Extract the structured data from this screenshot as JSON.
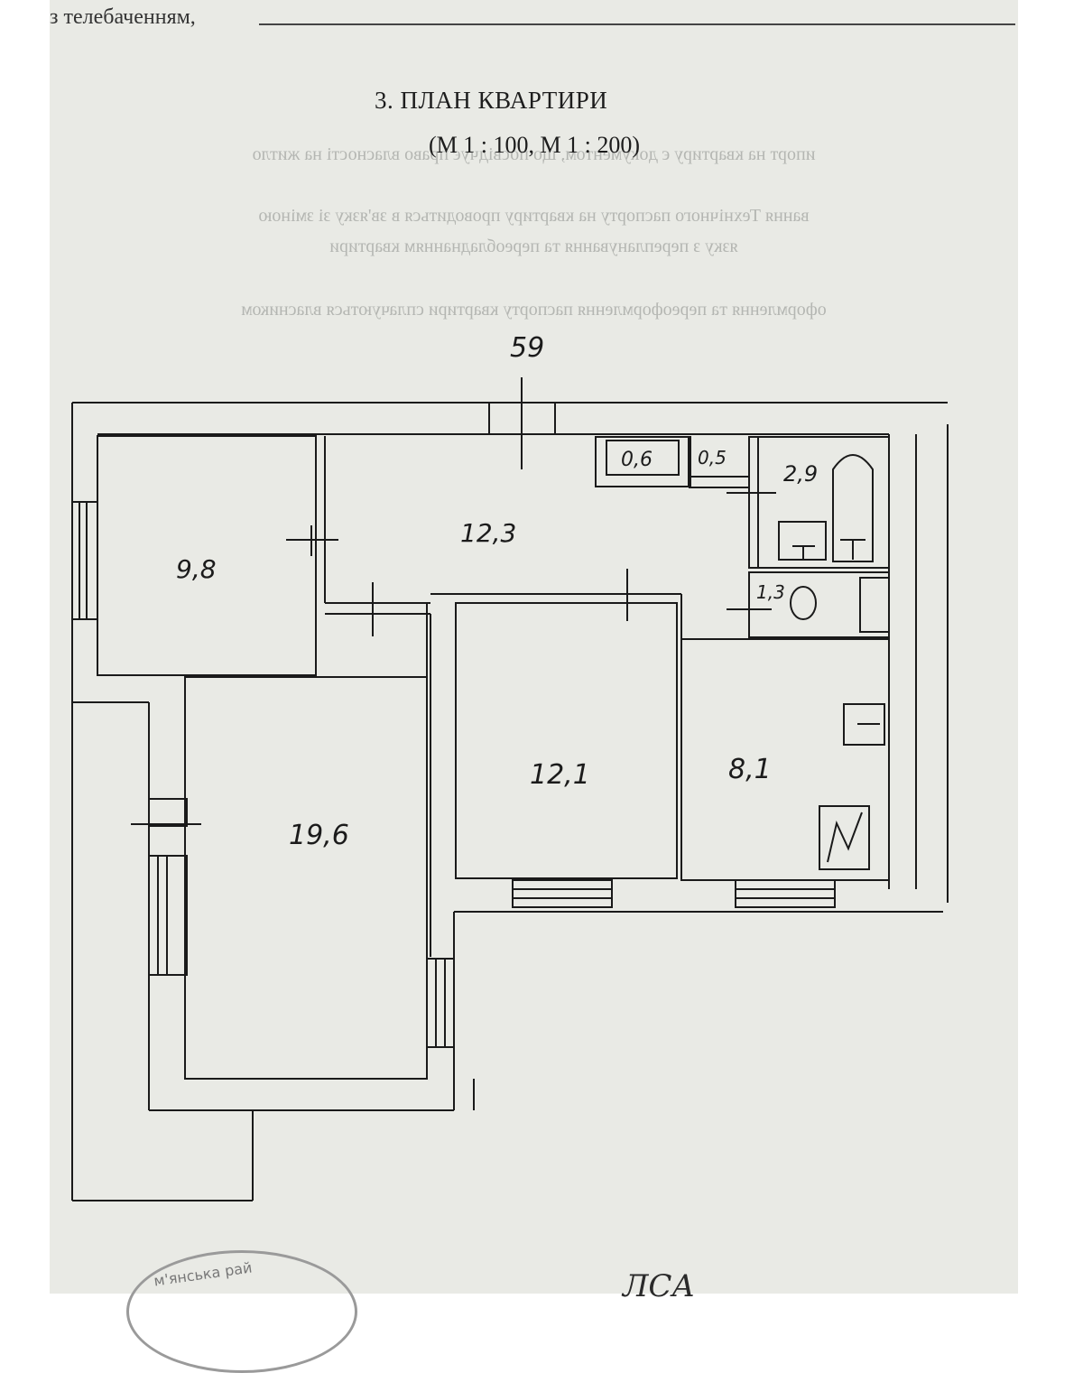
{
  "document": {
    "preceding_line_text": "з телебаченням,",
    "section_title": "3. ПЛАН КВАРТИРИ",
    "scale_note": "(М 1 : 100, М 1 : 200)"
  },
  "plan": {
    "external_dimension": "59",
    "rooms": [
      {
        "id": "room-a",
        "area": "9,8"
      },
      {
        "id": "hall",
        "area": "12,3"
      },
      {
        "id": "storage-1",
        "area": "0,6"
      },
      {
        "id": "storage-2",
        "area": "0,5"
      },
      {
        "id": "bathroom",
        "area": "2,9"
      },
      {
        "id": "toilet",
        "area": "1,3"
      },
      {
        "id": "room-b",
        "area": "19,6"
      },
      {
        "id": "room-c",
        "area": "12,1"
      },
      {
        "id": "kitchen",
        "area": "8,1"
      }
    ]
  },
  "stamp": {
    "partial_text": "м'янська  рай"
  },
  "signature_partial": "ЛСА"
}
